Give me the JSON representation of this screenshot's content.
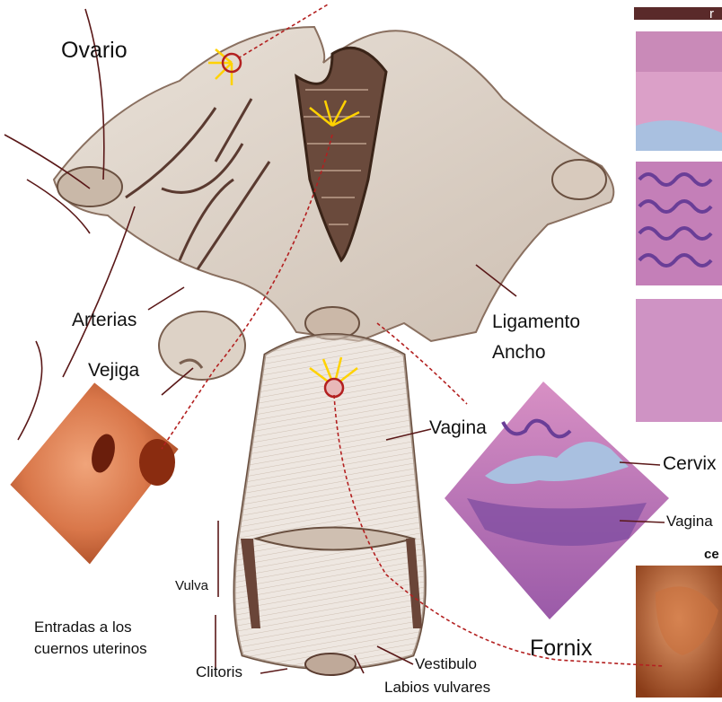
{
  "labels": {
    "ovario": "Ovario",
    "arterias": "Arterias",
    "vejiga": "Vejiga",
    "ligamento_line1": "Ligamento",
    "ligamento_line2": "Ancho",
    "vagina_center": "Vagina",
    "cervix": "Cervix",
    "vagina_right": "Vagina",
    "vulva": "Vulva",
    "entradas_line1": "Entradas a los",
    "entradas_line2": "cuernos uterinos",
    "clitoris": "Clitoris",
    "fornix": "Fornix",
    "vestibulo": "Vestibulo",
    "labios": "Labios vulvares",
    "corner_fragment_top": "r",
    "corner_fragment_right": "ce"
  },
  "colors": {
    "tissue_light": "#e2d8cf",
    "tissue_mid": "#c8b8aa",
    "tissue_dark": "#5a3c30",
    "histology_pink": "#c77fb6",
    "histology_purple": "#6a3e97",
    "histology_blue": "#9fb4d6",
    "endoscopy_orange": "#d9774a",
    "guide_red": "#b32020",
    "highlight_yellow": "#ffd200"
  },
  "icons": [
    "focus-circle-icon",
    "light-rays-icon"
  ]
}
